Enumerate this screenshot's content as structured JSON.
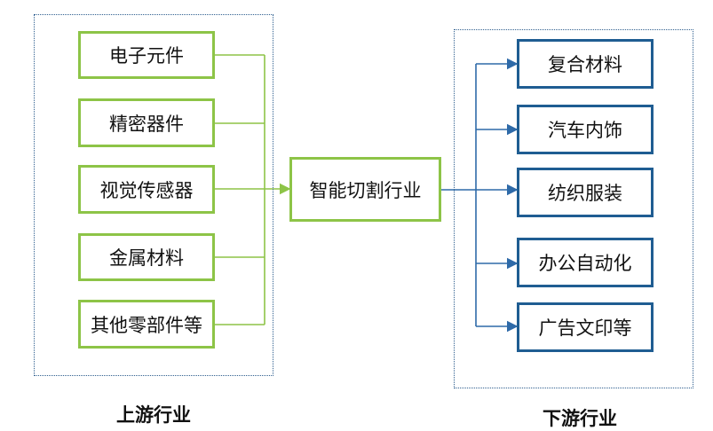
{
  "upstream": {
    "title": "上游行业",
    "items": [
      "电子元件",
      "精密器件",
      "视觉传感器",
      "金属材料",
      "其他零部件等"
    ]
  },
  "center": {
    "label": "智能切割行业"
  },
  "downstream": {
    "title": "下游行业",
    "items": [
      "复合材料",
      "汽车内饰",
      "纺织服装",
      "办公自动化",
      "广告文印等"
    ]
  },
  "colors": {
    "upstream_border": "#8dc447",
    "downstream_border": "#1f5d92",
    "group_border": "#2f5f8f"
  }
}
